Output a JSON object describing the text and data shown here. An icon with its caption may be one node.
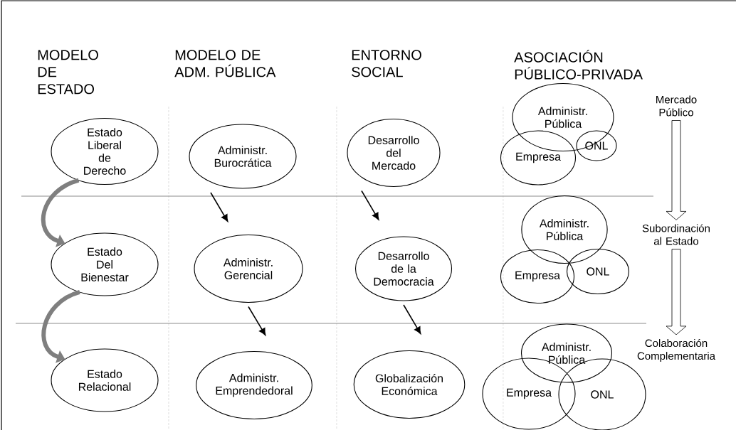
{
  "diagram": {
    "nodes": [
      {
        "text": [
          "Estado Liberal de Derecho"
        ]
      },
      {
        "text": [
          "Administr. Burocrática"
        ]
      },
      {
        "text": [
          "Desarrollo del Mercado"
        ]
      },
      {
        "text": [
          "Administr. Pública"
        ]
      },
      {
        "text": [
          "Empresa"
        ]
      },
      {
        "text": [
          "ONL"
        ]
      },
      {
        "text": [
          "Mercado Público"
        ]
      },
      {
        "text": [
          "Estado Del Bienestar"
        ]
      },
      {
        "text": [
          "Administr. Gerencial"
        ]
      },
      {
        "text": [
          "Desarrollo de la Democracia"
        ]
      },
      {
        "text": [
          "Administr. Pública"
        ]
      },
      {
        "text": [
          "Empresa"
        ]
      },
      {
        "text": [
          "ONL"
        ]
      },
      {
        "text": [
          "Subordinación al Estado"
        ]
      },
      {
        "text": [
          "Estado Relacional"
        ]
      },
      {
        "text": [
          "Administr. Emprendedoral"
        ]
      },
      {
        "text": [
          "Globalización Económica"
        ]
      },
      {
        "text": [
          "Administr. Pública"
        ]
      },
      {
        "text": [
          "Empresa"
        ]
      },
      {
        "text": [
          "ONL"
        ]
      },
      {
        "text": [
          "Colaboración Complementaria"
        ]
      }
    ],
    "edges": [
      {
        "from": 0,
        "to": 7,
        "arrow": "to",
        "style": "thick",
        "color": "#7f7f7f"
      },
      {
        "from": 7,
        "to": 14,
        "arrow": "to",
        "style": "thick",
        "color": "#7f7f7f"
      },
      {
        "from": 1,
        "to": 8,
        "arrow": "to"
      },
      {
        "from": 8,
        "to": 15,
        "arrow": "to"
      },
      {
        "from": 2,
        "to": 9,
        "arrow": "to"
      },
      {
        "from": 9,
        "to": 16,
        "arrow": "to"
      },
      {
        "from": 6,
        "to": 13,
        "arrow": "to",
        "style": "thick"
      },
      {
        "from": 13,
        "to": 20,
        "arrow": "to",
        "style": "thick"
      }
    ],
    "labels": [
      "MODELO DE ESTADO",
      "MODELO DE ADM. PÚBLICA",
      "ENTORNO SOCIAL",
      "ASOCIACIÓN PÚBLICO-PRIVADA"
    ]
  }
}
